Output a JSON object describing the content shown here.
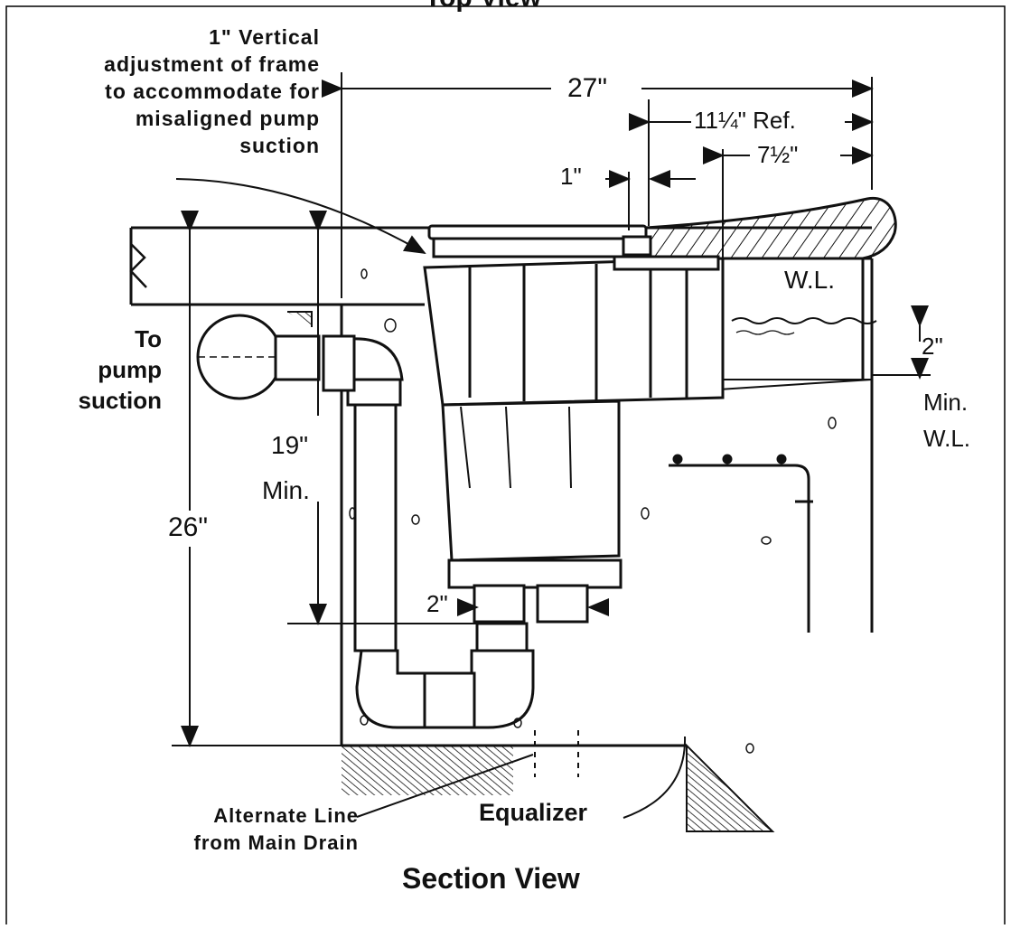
{
  "header": {
    "partial_title": "Top View"
  },
  "annotations": {
    "vertical_adjustment": [
      "1\" Vertical",
      "adjustment of frame",
      "to accommodate for",
      "misaligned pump",
      "suction"
    ],
    "to_pump_suction": [
      "To",
      "pump",
      "suction"
    ],
    "alternate_line": [
      "Alternate Line",
      "from Main Drain"
    ],
    "equalizer": "Equalizer",
    "water_level": "W.L.",
    "min_water_level": [
      "Min.",
      "W.L."
    ]
  },
  "dimensions": {
    "overall_width": "27\"",
    "reference_width": "11¼\" Ref.",
    "lip_width": "7½\"",
    "frame_gap": "1\"",
    "water_gap": "2\"",
    "min_height_value": "19\"",
    "min_height_label": "Min.",
    "total_height": "26\"",
    "port_diameter": "2\""
  },
  "footer": {
    "title": "Section View"
  },
  "colors": {
    "ink": "#111111",
    "paper": "#ffffff",
    "frame": "#000000"
  }
}
